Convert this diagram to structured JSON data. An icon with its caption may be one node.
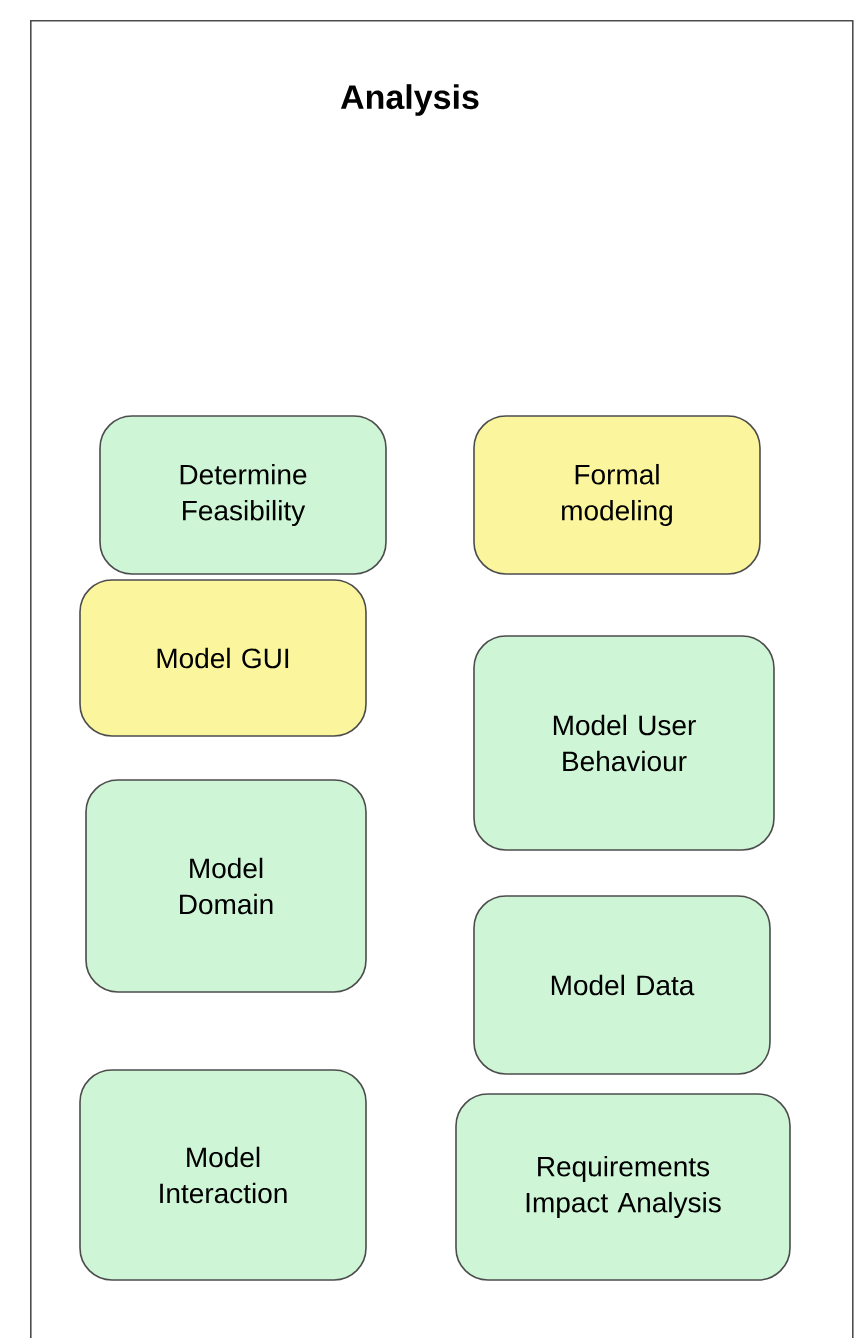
{
  "diagram": {
    "nodes": [
      {
        "text": [
          "Analysis"
        ]
      },
      {
        "text": [
          "Determine Feasibility"
        ],
        "in": 0
      },
      {
        "text": [
          "Formal modeling"
        ],
        "in": 0
      },
      {
        "text": [
          "Model GUI"
        ],
        "in": 0
      },
      {
        "text": [
          "Model User Behaviour"
        ],
        "in": 0
      },
      {
        "text": [
          "Model Domain"
        ],
        "in": 0
      },
      {
        "text": [
          "Model Data"
        ],
        "in": 0
      },
      {
        "text": [
          "Model Interaction"
        ],
        "in": 0
      },
      {
        "text": [
          "Requirements Impact Analysis"
        ],
        "in": 0
      }
    ]
  }
}
